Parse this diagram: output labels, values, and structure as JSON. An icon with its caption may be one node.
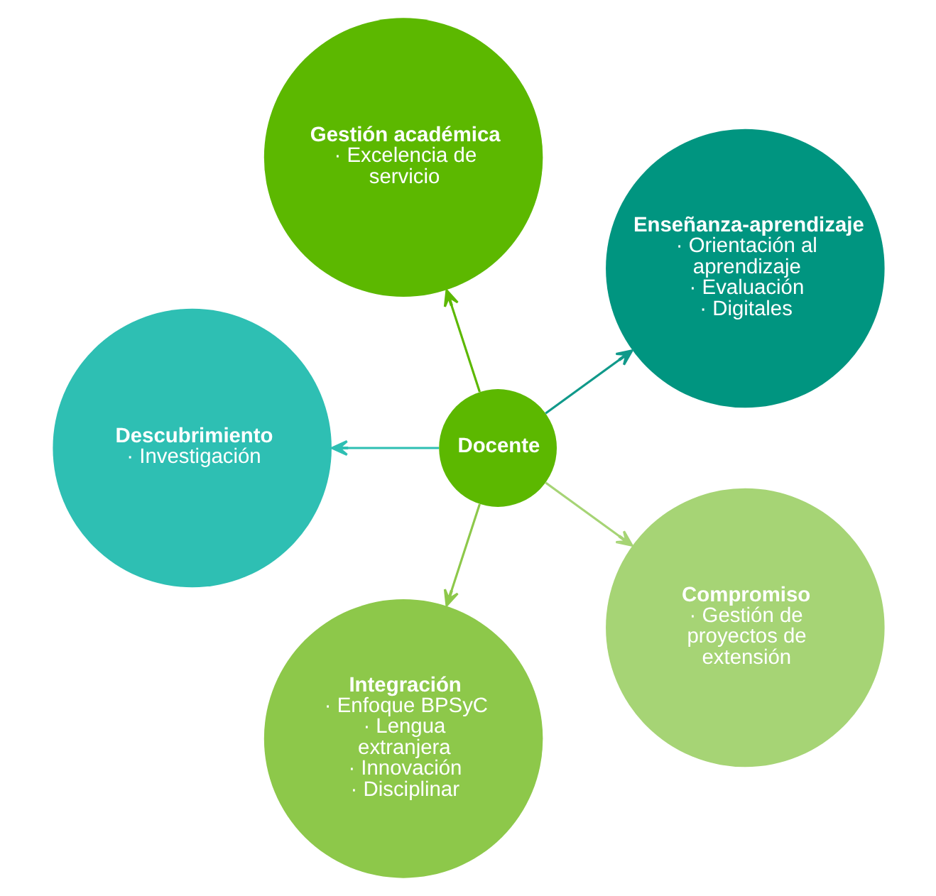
{
  "diagram": {
    "nodes": [
      {
        "text": [
          "Enseñanza-aprendizaje",
          "· Orientación al aprendizaje",
          "· Evaluación",
          "· Digitales"
        ]
      },
      {
        "text": [
          "Gestión académica",
          "· Excelencia de servicio"
        ]
      },
      {
        "text": [
          "Docente"
        ]
      },
      {
        "text": [
          "Descubrimiento",
          "· Investigación"
        ]
      },
      {
        "text": [
          "Integración",
          "· Enfoque BPSyC",
          "· Lengua extranjera",
          "· Innovación",
          "· Disciplinar"
        ]
      },
      {
        "text": [
          "Compromiso",
          "· Gestión de proyectos de extensión"
        ]
      }
    ],
    "edges": [
      {
        "from": 2,
        "to": 0,
        "arrow": "to",
        "color": "#10998a"
      },
      {
        "from": 2,
        "to": 3,
        "arrow": "to",
        "color": "#2ebfb3"
      },
      {
        "from": 2,
        "to": 5,
        "arrow": "to",
        "color": "#a6d475"
      },
      {
        "from": 2,
        "to": 4,
        "arrow": "to",
        "color": "#8dc84a"
      },
      {
        "from": 2,
        "to": 1,
        "arrow": "to",
        "color": "#5cb800"
      }
    ]
  }
}
